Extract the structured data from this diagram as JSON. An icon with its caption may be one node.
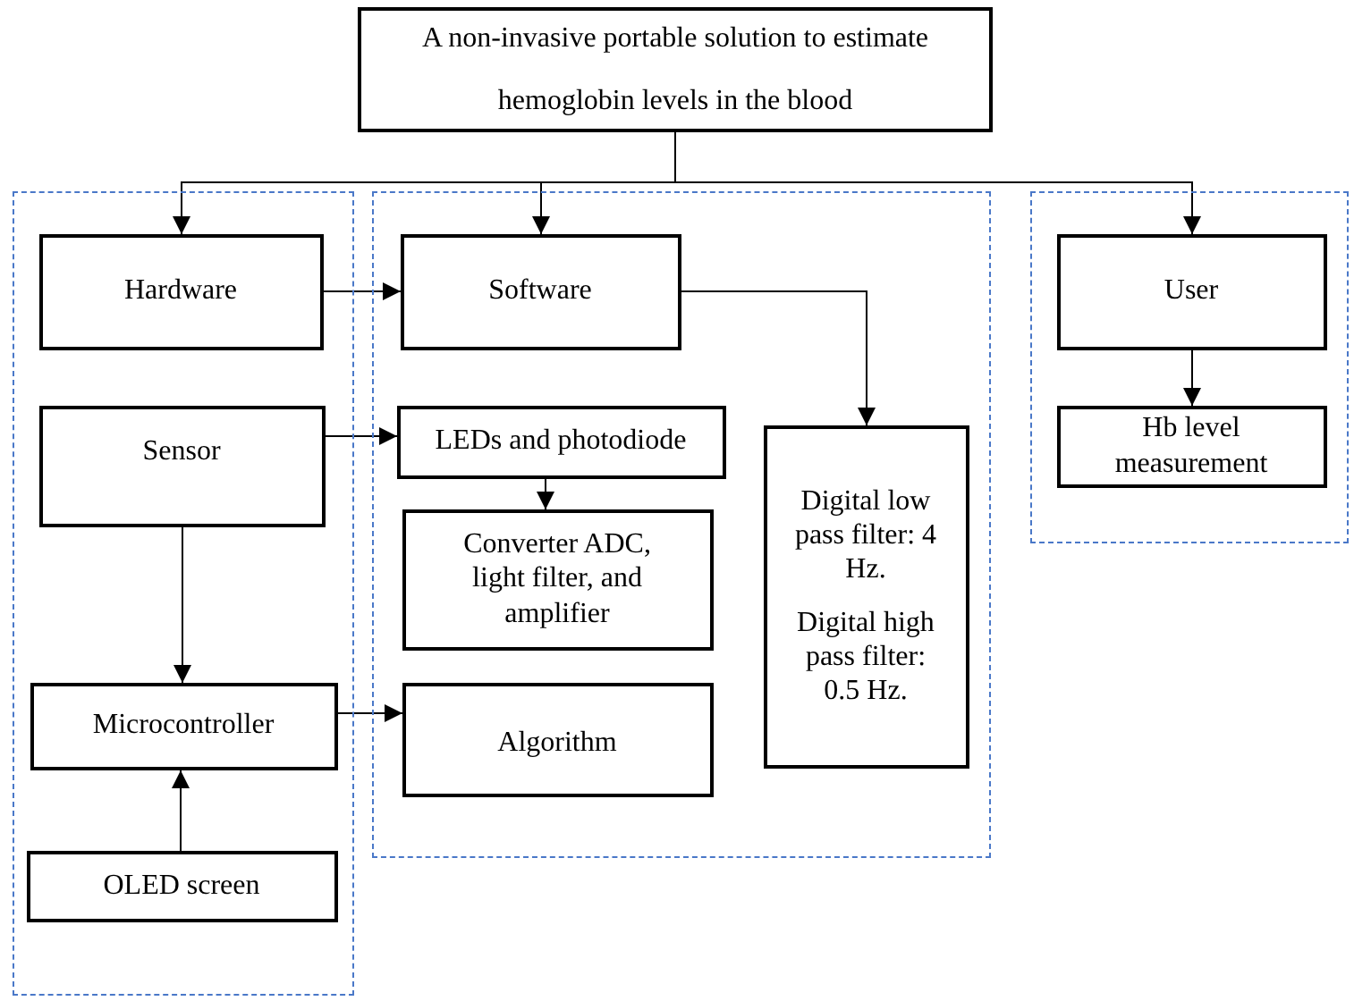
{
  "diagram": {
    "nodes": [
      {
        "text": [
          "A non-invasive portable solution to estimate hemoglobin levels in the blood"
        ]
      },
      {
        "text": [],
        "shape": "box"
      },
      {
        "text": [
          "Hardware"
        ],
        "in": 1
      },
      {
        "text": [
          "Sensor"
        ],
        "in": 1
      },
      {
        "text": [
          "Microcontroller"
        ],
        "in": 1
      },
      {
        "text": [
          "OLED screen"
        ],
        "in": 1
      },
      {
        "text": [],
        "shape": "box"
      },
      {
        "text": [
          "Software"
        ],
        "in": 6
      },
      {
        "text": [
          "LEDs and photodiode"
        ],
        "in": 6
      },
      {
        "text": [
          "Converter ADC, light filter, and amplifier"
        ],
        "in": 6
      },
      {
        "text": [
          "Algorithm"
        ],
        "in": 6
      },
      {
        "text": [
          "Digital low pass filter: 4 Hz.",
          "Digital high pass filter: 0.5 Hz."
        ],
        "in": 6
      },
      {
        "text": [],
        "shape": "box"
      },
      {
        "text": [
          "User"
        ],
        "in": 12
      },
      {
        "text": [
          "Hb level measurement"
        ],
        "in": 12
      }
    ],
    "edges": [
      {
        "from": 0,
        "to": 2,
        "arrow": "to"
      },
      {
        "from": 0,
        "to": 7,
        "arrow": "to"
      },
      {
        "from": 0,
        "to": 13,
        "arrow": "to"
      },
      {
        "from": 2,
        "to": 7,
        "arrow": "to"
      },
      {
        "from": 7,
        "to": 11,
        "arrow": "to"
      },
      {
        "from": 3,
        "to": 8,
        "arrow": "to"
      },
      {
        "from": 8,
        "to": 9,
        "arrow": "to"
      },
      {
        "from": 3,
        "to": 4,
        "arrow": "to"
      },
      {
        "from": 5,
        "to": 4,
        "arrow": "to"
      },
      {
        "from": 4,
        "to": 10,
        "arrow": "to"
      },
      {
        "from": 13,
        "to": 14,
        "arrow": "to"
      }
    ]
  }
}
